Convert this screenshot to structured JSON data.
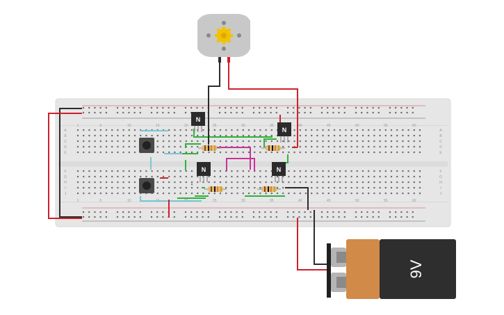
{
  "colors": {
    "breadboard": "#e8e8e8",
    "rail_red": "#d43c3c",
    "rail_black": "#333333",
    "wire_red": "#d0202a",
    "wire_black": "#2b2b2b",
    "wire_green": "#2db33a",
    "wire_cyan": "#7cc5d6",
    "wire_magenta": "#c8329a",
    "transistor": "#2b2b2b",
    "battery_body": "#d28a48",
    "battery_dark": "#2e2e2e",
    "motor_gray": "#c8c8c8",
    "motor_gear": "#f2c200"
  },
  "breadboard": {
    "column_numbers_top": [
      "1",
      "5",
      "10",
      "15",
      "20",
      "25",
      "30",
      "35",
      "40",
      "45",
      "50",
      "55",
      "60"
    ],
    "column_numbers_bottom": [
      "1",
      "5",
      "10",
      "15",
      "20",
      "25",
      "30",
      "35",
      "40",
      "45",
      "50",
      "55",
      "60"
    ],
    "row_letters_upper": [
      "A",
      "B",
      "C",
      "D",
      "E"
    ],
    "row_letters_lower": [
      "F",
      "G",
      "H",
      "I",
      "J"
    ]
  },
  "transistors": [
    {
      "id": "q1",
      "label": "N"
    },
    {
      "id": "q2",
      "label": "N"
    },
    {
      "id": "q3",
      "label": "N"
    },
    {
      "id": "q4",
      "label": "N"
    }
  ],
  "battery": {
    "label": "9V"
  },
  "icons": {
    "motor": "dc-motor-icon",
    "gear": "gear-icon",
    "pushbutton": "pushbutton-icon"
  }
}
